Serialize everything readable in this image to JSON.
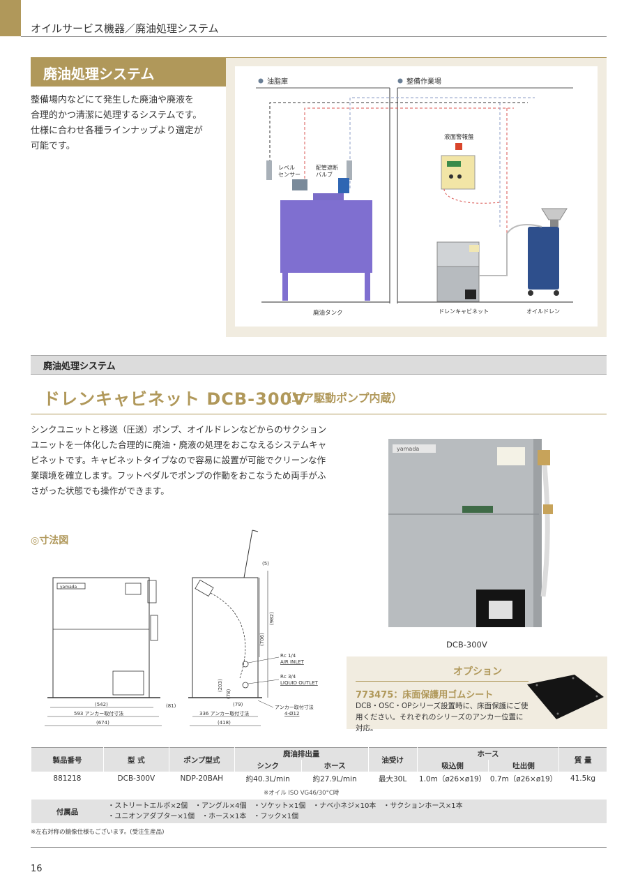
{
  "header": {
    "category": "オイルサービス機器／廃油処理システム"
  },
  "section": {
    "title": "廃油処理システム",
    "intro": "整備場内などにて発生した廃油や廃液を\n合理的かつ清潔に処理するシステムです。\n仕様に合わせ各種ラインナップより選定が\n可能です。"
  },
  "diagram": {
    "area_left": "油脂庫",
    "area_right": "整備作業場",
    "label_level_sensor": [
      "レベル",
      "センサー"
    ],
    "label_valve": [
      "配管遮断",
      "バルブ"
    ],
    "label_alarm": "液面警報盤",
    "label_tank": "廃油タンク",
    "label_cabinet": "ドレンキャビネット",
    "label_drain": "オイルドレン"
  },
  "product": {
    "band_label": "廃油処理システム",
    "title": "ドレンキャビネット DCB-300V",
    "subtitle": "（エア駆動ポンプ内蔵）",
    "description": "シンクユニットと移送（圧送）ポンプ、オイルドレンなどからのサクションユニットを一体化した合理的に廃油・廃液の処理をおこなえるシステムキャビネットです。キャビネットタイプなので容易に設置が可能でクリーンな作業環境を確立します。フットペダルでポンプの作動をおこなうため両手がふさがった状態でも操作ができます。",
    "dimension_title": "◎寸法図",
    "photo_caption": "DCB-300V",
    "brand_mark": "yamada"
  },
  "dimensions": {
    "front_w": "(542)",
    "front_anchor": "593 アンカー取付寸法",
    "front_total": "(674)",
    "side_offset": "(81)",
    "side_anchor": "336 アンカー取付寸法",
    "side_total": "(418)",
    "side_79": "(79)",
    "top_5": "(5)",
    "h_982": "(982)",
    "h_706": "(706)",
    "h_203": "(203)",
    "h_78": "(78)",
    "air_inlet": [
      "Rc 1/4",
      "AIR INLET"
    ],
    "liquid_outlet": [
      "Rc 3/4",
      "LIQUID OUTLET"
    ],
    "anchor_hole": [
      "アンカー取付寸法",
      "4-Ø12"
    ]
  },
  "option": {
    "heading": "オプション",
    "name": "773475：床面保護用ゴムシート",
    "description": "DCB・OSC・OPシリーズ設置時に、床面保護にご使用ください。それぞれのシリーズのアンカー位置に対応。"
  },
  "spec": {
    "headers": {
      "product_no": "製品番号",
      "model": "型 式",
      "pump": "ポンプ型式",
      "discharge": "廃油排出量",
      "sink": "シンク",
      "hose": "ホース",
      "tray": "油受け",
      "hose_group": "ホース",
      "suction": "吸込側",
      "discharge_side": "吐出側",
      "weight": "質 量"
    },
    "row": {
      "product_no": "881218",
      "model": "DCB-300V",
      "pump": "NDP-20BAH",
      "sink": "約40.3L/min",
      "hose": "約27.9L/min",
      "tray": "最大30L",
      "suction": "1.0m（ø26×ø19）",
      "discharge_side": "0.7m（ø26×ø19）",
      "weight": "41.5kg"
    },
    "oil_note": "※オイル ISO VG46/30°C時",
    "accessories_label": "付属品",
    "accessories_line1": "・ストリートエルボ×2個　・アングル×4個　・ソケット×1個　・ナベ小ネジ×10本　・サクションホース×1本",
    "accessories_line2": "・ユニオンアダプター×1個　・ホース×1本　・フック×1個"
  },
  "footnote": "※左右対称の鏡像仕様もございます。(受注生産品)",
  "page_number": "16"
}
